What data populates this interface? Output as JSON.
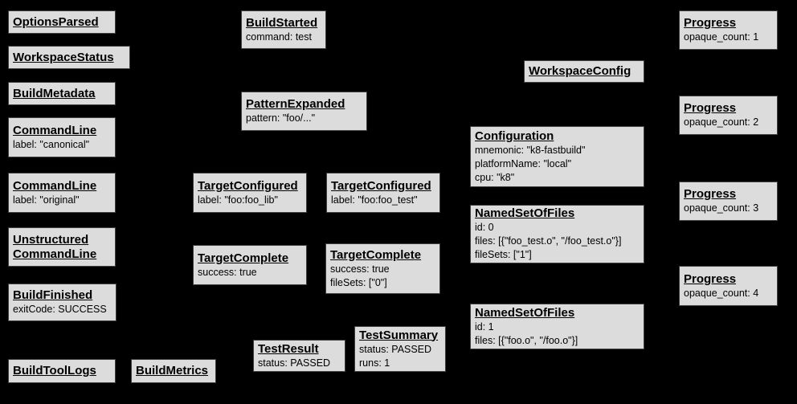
{
  "diagram": {
    "background_color": "#000000",
    "node_fill_color": "#dcdcdc",
    "node_border_color": "#3f3f3f",
    "text_color": "#000000"
  },
  "nodes": [
    {
      "title": "OptionsParsed",
      "lines": []
    },
    {
      "title": "WorkspaceStatus",
      "lines": []
    },
    {
      "title": "BuildMetadata",
      "lines": []
    },
    {
      "title": "CommandLine",
      "lines": [
        "label: \"canonical\""
      ]
    },
    {
      "title": "CommandLine",
      "lines": [
        "label: \"original\""
      ]
    },
    {
      "title": "Unstructured",
      "title2": "CommandLine",
      "lines": []
    },
    {
      "title": "BuildFinished",
      "lines": [
        "exitCode: SUCCESS"
      ]
    },
    {
      "title": "BuildToolLogs",
      "lines": []
    },
    {
      "title": "BuildMetrics",
      "lines": []
    },
    {
      "title": "BuildStarted",
      "lines": [
        "command: test"
      ]
    },
    {
      "title": "PatternExpanded",
      "lines": [
        "pattern: \"foo/...\""
      ]
    },
    {
      "title": "TargetConfigured",
      "lines": [
        "label: \"foo:foo_lib\""
      ]
    },
    {
      "title": "TargetConfigured",
      "lines": [
        "label: \"foo:foo_test\""
      ]
    },
    {
      "title": "TargetComplete",
      "lines": [
        "success: true"
      ]
    },
    {
      "title": "TargetComplete",
      "lines": [
        "success: true",
        "fileSets: [\"0\"]"
      ]
    },
    {
      "title": "TestResult",
      "lines": [
        "status: PASSED"
      ]
    },
    {
      "title": "TestSummary",
      "lines": [
        "status: PASSED",
        "runs: 1"
      ]
    },
    {
      "title": "WorkspaceConfig",
      "lines": []
    },
    {
      "title": "Configuration",
      "lines": [
        "mnemonic: \"k8-fastbuild\"",
        "platformName: \"local\"",
        "cpu: \"k8\""
      ]
    },
    {
      "title": "NamedSetOfFiles",
      "lines": [
        "id: 0",
        "files: [{\"foo_test.o\", \"/foo_test.o\"}]",
        "fileSets: [\"1\"]"
      ]
    },
    {
      "title": "NamedSetOfFiles",
      "lines": [
        "id: 1",
        "files: [{\"foo.o\", \"/foo.o\"}]"
      ]
    },
    {
      "title": "Progress",
      "lines": [
        "opaque_count: 1"
      ]
    },
    {
      "title": "Progress",
      "lines": [
        "opaque_count: 2"
      ]
    },
    {
      "title": "Progress",
      "lines": [
        "opaque_count: 3"
      ]
    },
    {
      "title": "Progress",
      "lines": [
        "opaque_count: 4"
      ]
    }
  ]
}
